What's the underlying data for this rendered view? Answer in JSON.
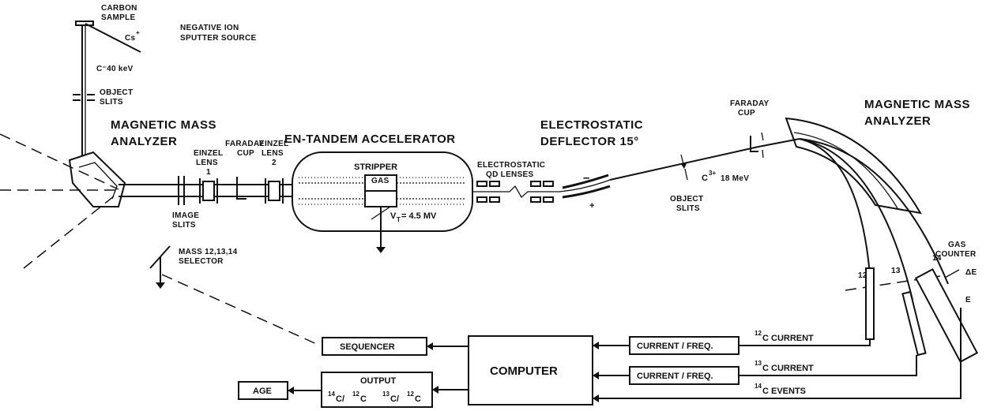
{
  "source": {
    "carbon_sample": [
      "CARBON",
      "SAMPLE"
    ],
    "cs_plus": "Cs",
    "title": [
      "NEGATIVE ION",
      "SPUTTER SOURCE"
    ],
    "beam_energy": "C⁻40 keV",
    "object_slits": [
      "OBJECT",
      "SLITS"
    ]
  },
  "left_magnet": [
    "MAGNETIC MASS",
    "ANALYZER"
  ],
  "einzel_lens_1": [
    "EINZEL",
    "LENS",
    "1"
  ],
  "faraday_cup_left": [
    "FARADAY",
    "CUP"
  ],
  "einzel_lens_2": [
    "EINZEL",
    "LENS",
    "2"
  ],
  "image_slits": [
    "IMAGE",
    "SLITS"
  ],
  "mass_selector": [
    "MASS 12,13,14",
    "SELECTOR"
  ],
  "accelerator": {
    "title": "EN-TANDEM ACCELERATOR",
    "stripper": "STRIPPER",
    "gas": "GAS",
    "voltage": "V",
    "voltage_sub": "T",
    "voltage_value": "= 4.5 MV"
  },
  "qd_lenses": [
    "ELECTROSTATIC",
    "QD LENSES"
  ],
  "deflector": {
    "title": [
      "ELECTROSTATIC",
      "DEFLECTOR 15°"
    ],
    "minus": "–",
    "plus": "+"
  },
  "object_slits_right": [
    "OBJECT",
    "SLITS"
  ],
  "beam_label": {
    "prefix": "C",
    "sup": "3+",
    "value": "18 MeV"
  },
  "faraday_cup_right": [
    "FARADAY",
    "CUP"
  ],
  "right_magnet": [
    "MAGNETIC MASS",
    "ANALYZER"
  ],
  "gas_counter": [
    "GAS",
    "COUNTER"
  ],
  "delta_e": "ΔE",
  "e_label": "E",
  "detectors": [
    "12",
    "13",
    "14"
  ],
  "electronics": {
    "sequencer": "SEQUENCER",
    "computer": "COMPUTER",
    "current_freq_1": "CURRENT / FREQ.",
    "current_freq_2": "CURRENT / FREQ.",
    "c12_current": {
      "sup": "12",
      "text": "C CURRENT"
    },
    "c13_current": {
      "sup": "13",
      "text": "C CURRENT"
    },
    "c14_events": {
      "sup": "14",
      "text": "C EVENTS"
    },
    "output": "OUTPUT",
    "ratio_14": {
      "sup": "14",
      "mid": "C/",
      "sup2": "12",
      "end": "C"
    },
    "ratio_13": {
      "sup": "13",
      "mid": "C/",
      "sup2": "12",
      "end": "C"
    },
    "age": "AGE"
  }
}
